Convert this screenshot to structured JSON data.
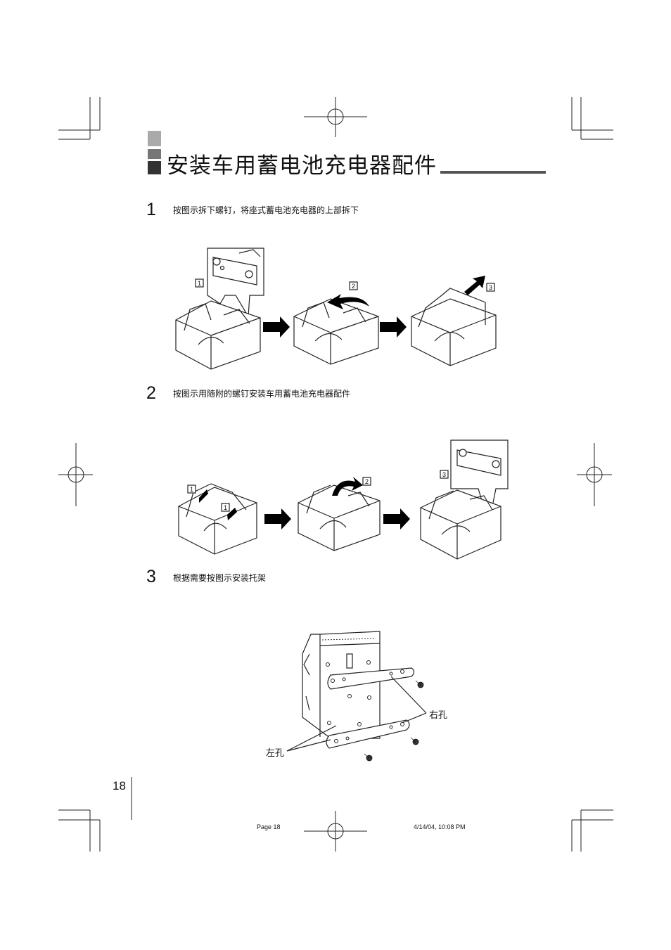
{
  "title": "安装车用蓄电池充电器配件",
  "steps": [
    {
      "number": "1",
      "text": "按图示拆下螺钉，将座式蓄电池充电器的上部拆下"
    },
    {
      "number": "2",
      "text": "按图示用随附的螺钉安装车用蓄电池充电器配件"
    },
    {
      "number": "3",
      "text": "根据需要按图示安装托架"
    }
  ],
  "step1_callouts": [
    "1",
    "2",
    "3"
  ],
  "step2_callouts": [
    "1",
    "1",
    "2",
    "3"
  ],
  "labels": {
    "right_hole": "右孔",
    "left_hole": "左孔"
  },
  "page_number": "18",
  "footer": {
    "page": "Page 18",
    "timestamp": "4/14/04, 10:08 PM"
  }
}
